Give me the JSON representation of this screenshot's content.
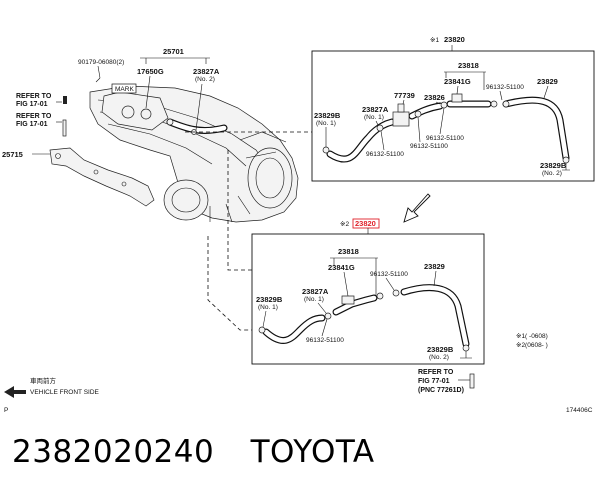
{
  "callouts": {
    "p90179": "90179-06080(2)",
    "p25701": "25701",
    "p17650G": "17650G",
    "p23827A_main": "23827A",
    "p23827A_main_sub": "(No. 2)",
    "mark": "MARK",
    "p25715": "25715",
    "top_box_code": "23820",
    "top_box_mark": "※1",
    "p23818_top": "23818",
    "p23841G_top": "23841G",
    "p77739": "77739",
    "p23826": "23826",
    "p96132_top_a": "96132-51100",
    "p23829_top": "23829",
    "p23827A_top": "23827A",
    "p23827A_top_sub": "(No. 1)",
    "p96132_top_b": "96132-51100",
    "p96132_top_c": "96132-51100",
    "p96132_top_d": "96132-51100",
    "p23829B_top_l": "23829B",
    "p23829B_top_l_sub": "(No. 1)",
    "p23829B_top_r": "23829B",
    "p23829B_top_r_sub": "(No. 2)",
    "bottom_box_code": "23820",
    "bottom_box_mark": "※2",
    "p23818_bot": "23818",
    "p23841G_bot": "23841G",
    "p96132_bot_a": "96132-51100",
    "p23829_bot": "23829",
    "p23827A_bot": "23827A",
    "p23827A_bot_sub": "(No. 1)",
    "p23829B_bot_l": "23829B",
    "p23829B_bot_l_sub": "(No. 1)",
    "p96132_bot_b": "96132-51100",
    "p23829B_bot_r": "23829B",
    "p23829B_bot_r_sub": "(No. 2)"
  },
  "refers": {
    "r1_a": "REFER TO",
    "r1_b": "FIG 17-01",
    "r2_a": "REFER TO",
    "r2_b": "FIG 17-01",
    "r3_a": "REFER TO",
    "r3_b": "FIG 77-01",
    "r3_c": "(PNC 77261D)"
  },
  "legend": {
    "l1": "※1(     -0608)",
    "l2": "※2(0608-     )"
  },
  "direction": {
    "jp": "車両前方",
    "en": "VEHICLE FRONT SIDE"
  },
  "corner": {
    "left": "P",
    "right": "174406C"
  },
  "caption": {
    "part_number": "2382020240",
    "brand": "TOYOTA"
  },
  "colors": {
    "highlight": "#e0202a"
  }
}
